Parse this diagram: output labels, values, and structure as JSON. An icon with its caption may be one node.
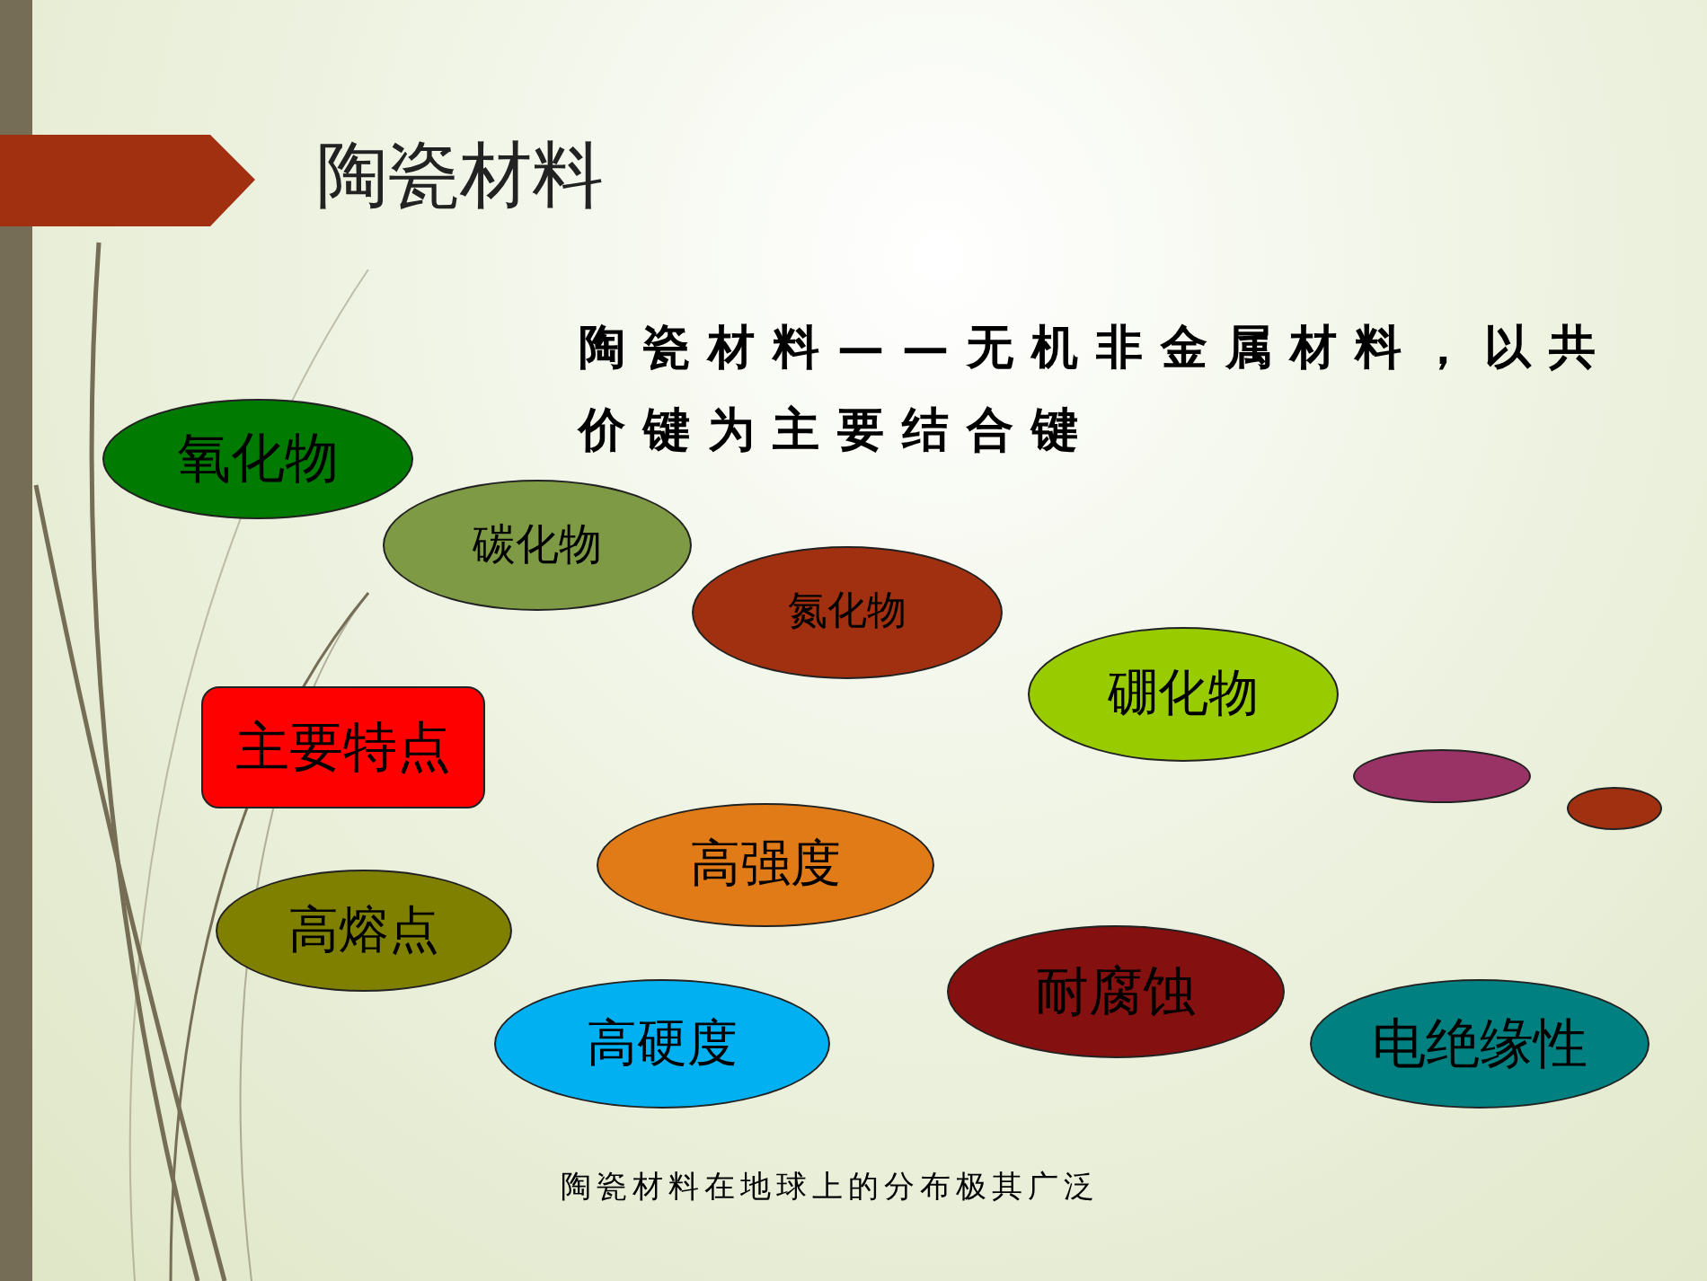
{
  "diagram": {
    "title": "陶瓷材料",
    "nodes": [
      {
        "text": [
          "氧化物"
        ]
      },
      {
        "text": [
          "碳化物"
        ]
      },
      {
        "text": [
          "氮化物"
        ]
      },
      {
        "text": [
          "硼化物"
        ]
      },
      {
        "text": [],
        "shape": "ellipse"
      },
      {
        "text": [],
        "shape": "ellipse"
      },
      {
        "text": [
          "主要特点"
        ]
      },
      {
        "text": [
          "高熔点"
        ]
      },
      {
        "text": [
          "高强度"
        ]
      },
      {
        "text": [
          "高硬度"
        ]
      },
      {
        "text": [
          "耐腐蚀"
        ]
      },
      {
        "text": [
          "电绝缘性"
        ]
      }
    ],
    "labels": [
      "陶瓷材料——无机非金属材料，以共价键为主要结合键",
      "陶瓷材料在地球上的分布极其广泛"
    ]
  }
}
